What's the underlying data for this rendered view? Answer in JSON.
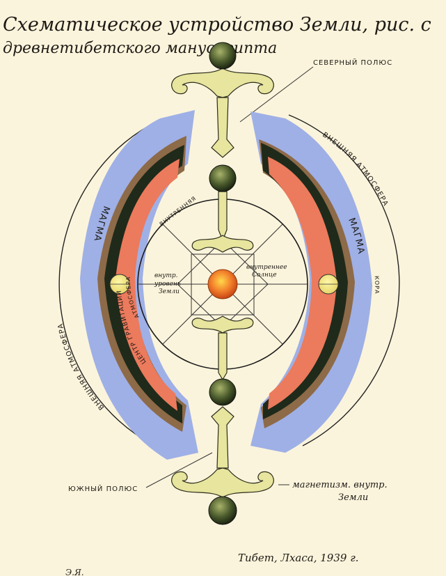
{
  "title": {
    "line1": "Схематическое устройство Земли, рис. с",
    "line2": "древнетибетского манускрипта"
  },
  "labels": {
    "north_pole": "СЕВЕРНЫЙ ПОЛЮС",
    "south_pole": "ЮЖНЫЙ ПОЛЮС",
    "outer_atmosphere": "ВНЕШНЯЯ АТМОСФЕРА",
    "outer_atmosphere_right": "ВНЕШНЯЯ АТМОСФЕРА",
    "magma_left": "МАГМА",
    "magma_right": "МАГМА",
    "center_gravity": "ЦЕНТР ГРАВИТАЦИИ",
    "inner_atmosphere": "АТМОСФЕРА",
    "inner_sphere": "ВНУТРЕННЯЯ",
    "earth_crust": "КОРА",
    "inner_level_1": "внутр.",
    "inner_level_2": "уровень",
    "inner_level_3": "Земли",
    "inner_sun_1": "внутреннее",
    "inner_sun_2": "Солнце",
    "magnetism_1": "магнетизм. внутр.",
    "magnetism_2": "Земли",
    "signature": "Тибет, Лхаса, 1939 г.",
    "corner_mark": "Э.Я."
  },
  "colors": {
    "paper": "#fbf4dc",
    "magma": "#ec7a5c",
    "crust": "#1f2a1a",
    "rock": "#8d6a48",
    "sky": "#9fb0e6",
    "spine": "#e7e59e",
    "sun": "#f0722a",
    "orb": "#4a5a2c"
  }
}
